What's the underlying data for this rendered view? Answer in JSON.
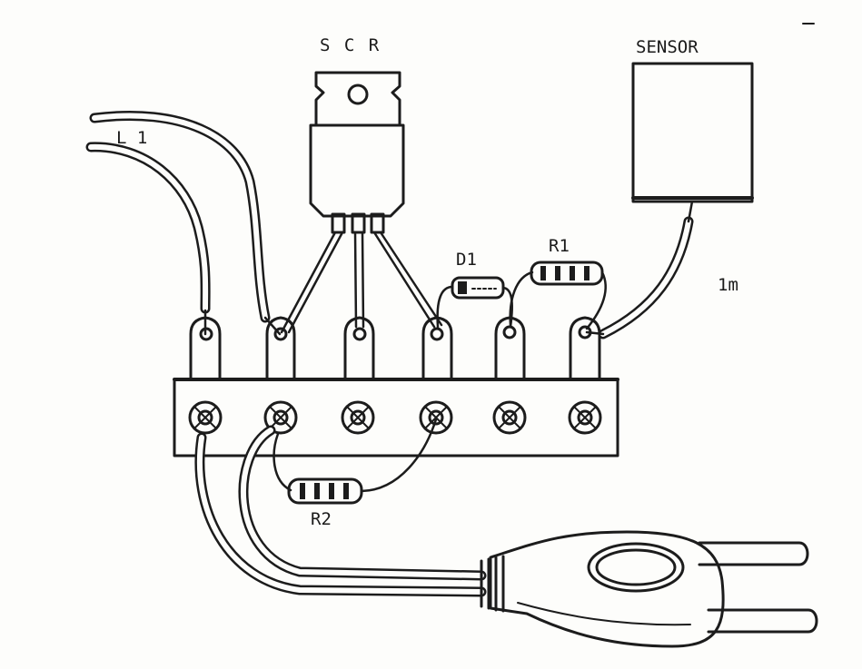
{
  "labels": {
    "scr": "S C R",
    "sensor": "SENSOR",
    "l1": "L 1",
    "d1": "D1",
    "r1": "R1",
    "r2": "R2",
    "length": "1m"
  },
  "colors": {
    "ink": "#1c1c1c",
    "paper": "#fdfdfb"
  },
  "terminal_count": 6
}
